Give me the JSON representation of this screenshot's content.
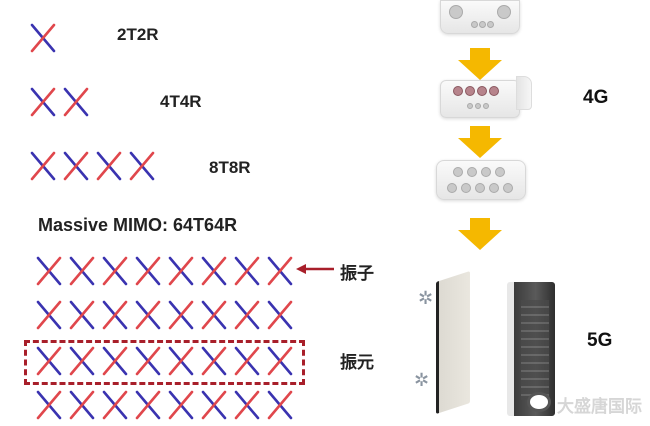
{
  "left_panel": {
    "configs": [
      {
        "label": "2T2R",
        "dipole_count": 1
      },
      {
        "label": "4T4R",
        "dipole_count": 2
      },
      {
        "label": "8T8R",
        "dipole_count": 4
      }
    ],
    "massive_mimo": {
      "title": "Massive MIMO: 64T64R",
      "rows": 4,
      "columns": 8,
      "annotation_element": "振子",
      "annotation_unit": "振元",
      "highlighted_row": 3
    },
    "colors": {
      "polarization_a": "#e0474c",
      "polarization_b": "#3a33b0",
      "highlight_box": "#a81f2a"
    }
  },
  "right_panel": {
    "stages": [
      {
        "device": "2-port antenna"
      },
      {
        "device": "4-port antenna",
        "label": "4G"
      },
      {
        "device": "8-port antenna"
      },
      {
        "device": "AAU massive MIMO panel",
        "label": "5G"
      }
    ],
    "arrow_color": "#f5b800"
  },
  "watermark": {
    "text": "大盛唐国际"
  }
}
